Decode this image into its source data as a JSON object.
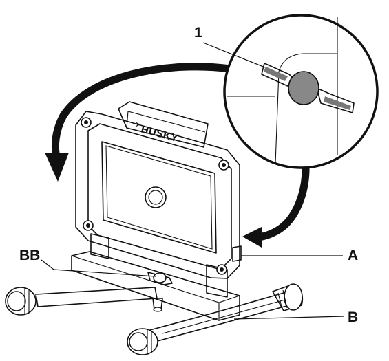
{
  "diagram": {
    "brand_label": "HUSKY",
    "callouts": {
      "detail_number": "1",
      "handle_knob": "BB",
      "light_head": "A",
      "stand": "B"
    }
  }
}
